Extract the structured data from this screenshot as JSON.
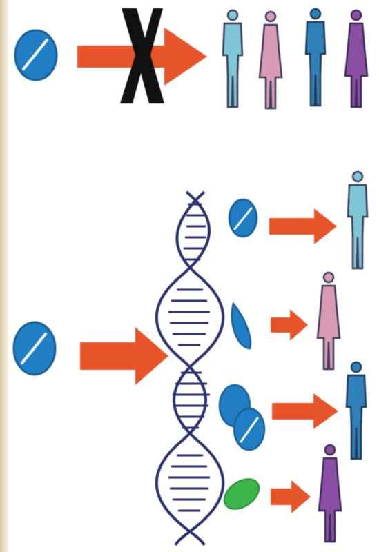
{
  "diagram": {
    "top_row": {
      "blocked_mark": "X",
      "people": [
        "man",
        "woman",
        "man",
        "woman"
      ]
    },
    "bottom_row": {
      "pill_variants": [
        "round-pill",
        "half-pill",
        "double-pill",
        "oval-pill"
      ],
      "people": [
        "man",
        "woman",
        "man",
        "woman"
      ]
    },
    "colors": {
      "pill_blue": "#1f7ec4",
      "pill_green": "#3cb54a",
      "arrow_orange": "#e8542a",
      "dna_navy": "#2a2f6e",
      "man_light_blue": "#7ec6d6",
      "woman_pink": "#d99ab3",
      "man_blue": "#2f7fb8",
      "woman_purple": "#8a4ea3",
      "outline": "#3b3b5a",
      "cross_black": "#111111"
    }
  }
}
